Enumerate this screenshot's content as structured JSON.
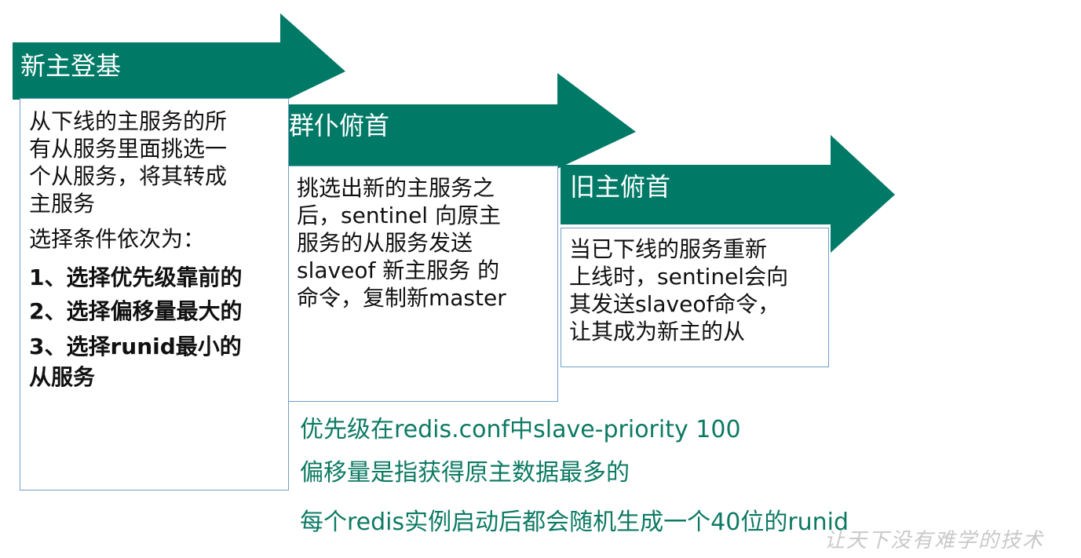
{
  "colors": {
    "arrow": "#007a66",
    "box_border": "#6f9fc9",
    "note_text": "#0c7a63"
  },
  "steps": [
    {
      "title": "新主登基",
      "lines": [
        "从下线的主服务的所",
        "有从服务里面挑选一",
        "个从服务，将其转成",
        "主服务"
      ],
      "criteria_heading": "选择条件依次为：",
      "criteria": [
        "1、选择优先级靠前的",
        "2、选择偏移量最大的",
        "3、选择runid最小的",
        "从服务"
      ]
    },
    {
      "title": "群仆俯首",
      "lines": [
        "挑选出新的主服务之",
        "后，sentinel 向原主",
        "服务的从服务发送",
        "slaveof 新主服务 的",
        "命令，复制新master"
      ]
    },
    {
      "title": "旧主俯首",
      "lines": [
        "当已下线的服务重新",
        "上线时，sentinel会向",
        "其发送slaveof命令，",
        "让其成为新主的从"
      ]
    }
  ],
  "notes": [
    "优先级在redis.conf中slave-priority 100",
    "偏移量是指获得原主数据最多的",
    "每个redis实例启动后都会随机生成一个40位的runid"
  ],
  "watermark": "让天下没有难学的技术"
}
